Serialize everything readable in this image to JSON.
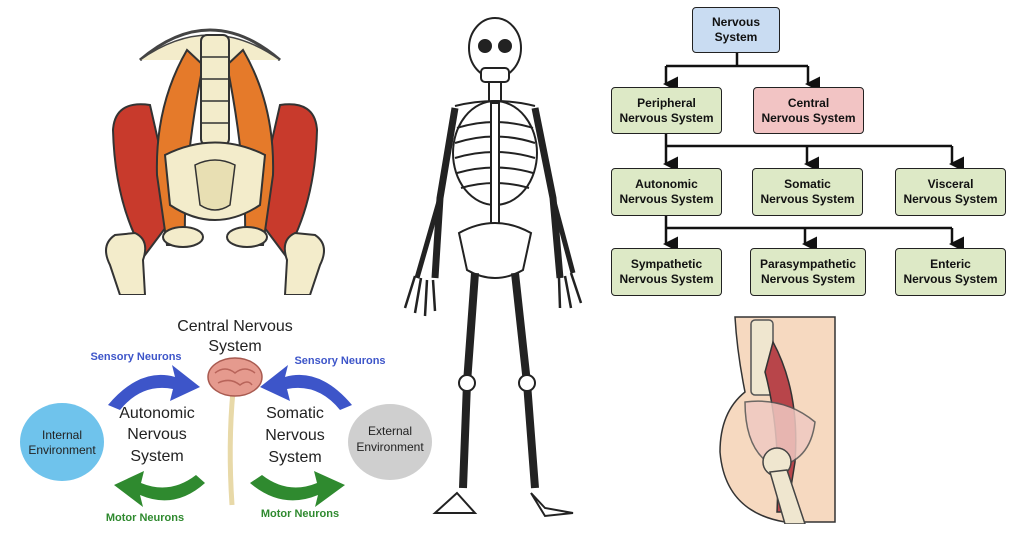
{
  "flowchart": {
    "root": "Nervous\nSystem",
    "level1": {
      "peripheral": "Peripheral\nNervous System",
      "central": "Central\nNervous System"
    },
    "level2": {
      "autonomic": "Autonomic\nNervous System",
      "somatic": "Somatic\nNervous System",
      "visceral": "Visceral\nNervous System"
    },
    "level3": {
      "sympathetic": "Sympathetic\nNervous System",
      "parasympathetic": "Parasympathetic\nNervous System",
      "enteric": "Enteric\nNervous System"
    },
    "colors": {
      "root_fill": "#c9dcf2",
      "central_fill": "#f2c4c4",
      "node_fill": "#dde9c6"
    }
  },
  "cycle": {
    "title_line1": "Central Nervous",
    "title_line2": "System",
    "sensory_left": "Sensory Neurons",
    "sensory_right": "Sensory Neurons",
    "motor_left": "Motor Neurons",
    "motor_right": "Motor Neurons",
    "autonomic_line1": "Autonomic",
    "autonomic_line2": "Nervous",
    "autonomic_line3": "System",
    "somatic_line1": "Somatic",
    "somatic_line2": "Nervous",
    "somatic_line3": "System",
    "internal_line1": "Internal",
    "internal_line2": "Environment",
    "external_line1": "External",
    "external_line2": "Environment",
    "colors": {
      "sensory": "#3d55c9",
      "motor": "#2f8a2f",
      "internal_fill": "#6fc3ec",
      "external_fill": "#cfcfcf"
    }
  },
  "illustrations": {
    "top_left": "pelvis-iliopsoas-muscles",
    "center": "human-skeleton",
    "bottom_right": "hip-side-view-muscles"
  }
}
